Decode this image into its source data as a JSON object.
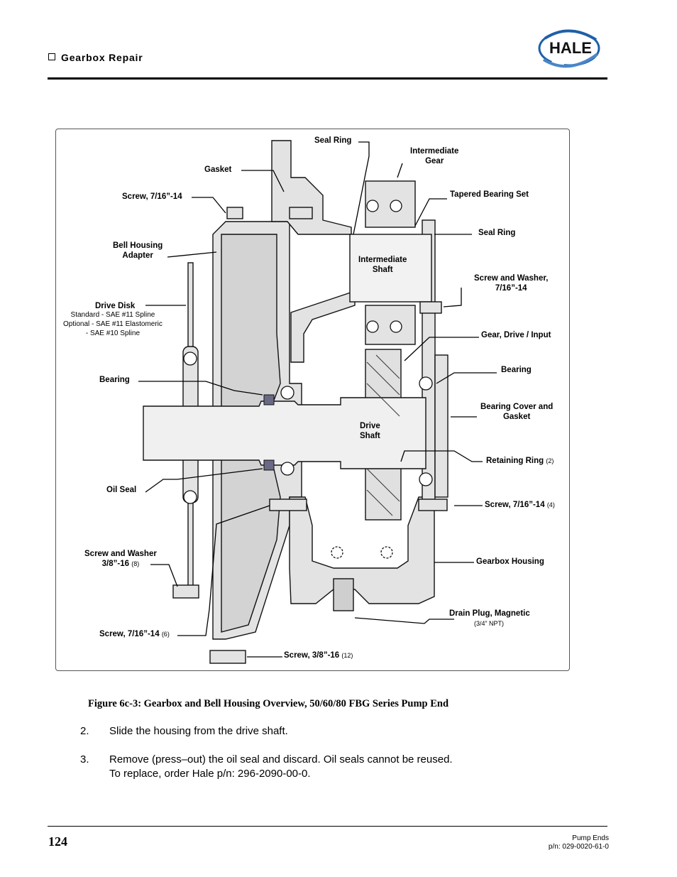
{
  "header": {
    "section_title": "Gearbox Repair",
    "logo_text": "HALE"
  },
  "figure": {
    "labels": {
      "seal_ring_top": "Seal Ring",
      "intermediate_gear": "Intermediate\nGear",
      "gasket": "Gasket",
      "screw_716_top": "Screw, 7/16”-14",
      "tapered_bearing_set": "Tapered Bearing Set",
      "seal_ring_right": "Seal Ring",
      "bell_housing_adapter": "Bell Housing\nAdapter",
      "intermediate_shaft": "Intermediate\nShaft",
      "screw_washer_716": "Screw and Washer,\n7/16”-14",
      "drive_disk": "Drive Disk",
      "drive_disk_detail": "Standard - SAE #11 Spline\nOptional - SAE #11 Elastomeric\n- SAE #10 Spline",
      "gear_drive_input": "Gear, Drive / Input",
      "bearing_left": "Bearing",
      "bearing_right": "Bearing",
      "bearing_cover_gasket": "Bearing Cover and\nGasket",
      "drive_shaft": "Drive\nShaft",
      "retaining_ring": "Retaining Ring",
      "retaining_ring_qty": "(2)",
      "oil_seal": "Oil Seal",
      "screw_716_right": "Screw, 7/16”-14",
      "screw_716_right_qty": "(4)",
      "screw_washer_38": "Screw and Washer",
      "screw_washer_38_size": "3/8”-16",
      "screw_washer_38_qty": "(8)",
      "gearbox_housing": "Gearbox Housing",
      "drain_plug": "Drain Plug, Magnetic",
      "drain_plug_npt": "(3/4” NPT)",
      "screw_716_bottom": "Screw, 7/16”-14",
      "screw_716_bottom_qty": "(6)",
      "screw_38_bottom": "Screw, 3/8”-16",
      "screw_38_bottom_qty": "(12)"
    },
    "caption": "Figure 6c-3: Gearbox and Bell Housing Overview, 50/60/80 FBG Series Pump End"
  },
  "steps": [
    {
      "num": "2.",
      "text": "Slide the housing from the drive shaft."
    },
    {
      "num": "3.",
      "text": "Remove (press–out) the oil seal and discard.  Oil seals cannot be reused.",
      "text2": "To replace, order Hale p/n: 296-2090-00-0."
    }
  ],
  "footer": {
    "page_number": "124",
    "doc_title": "Pump Ends",
    "part_number": "p/n: 029-0020-61-0"
  },
  "colors": {
    "part_fill": "#e3e3e3",
    "bearing_fill": "#ffffff",
    "seal_fill": "#6a6a86",
    "logo_blue": "#1f5fa8"
  }
}
